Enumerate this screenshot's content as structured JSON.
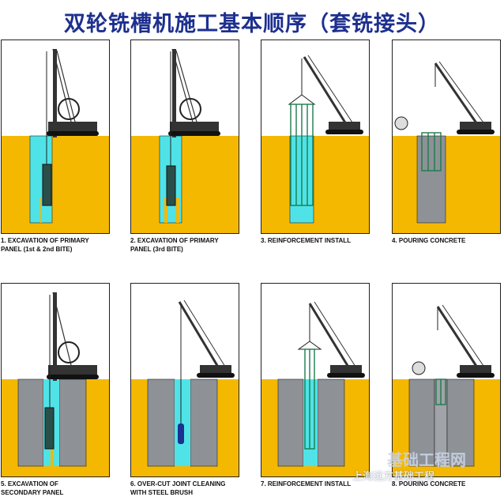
{
  "title": "双轮铣槽机施工基本顺序（套铣接头）",
  "colors": {
    "soil": "#f5b800",
    "sky": "#ffffff",
    "slurry": "#4fe3e8",
    "concrete": "#8e9196",
    "rig": "#1a1a1a",
    "cage": "#1c7a4c",
    "title": "#1d2f8f"
  },
  "steps": [
    {
      "line1": "1. EXCAVATION OF PRIMARY",
      "line2": "PANEL (1st & 2nd BITE)"
    },
    {
      "line1": "2. EXCAVATION OF PRIMARY",
      "line2": "PANEL (3rd BITE)"
    },
    {
      "line1": "3. REINFORCEMENT INSTALL",
      "line2": ""
    },
    {
      "line1": "4. POURING CONCRETE",
      "line2": ""
    },
    {
      "line1": "5. EXCAVATION OF",
      "line2": "SECONDARY PANEL"
    },
    {
      "line1": "6. OVER-CUT JOINT CLEANING",
      "line2": "WITH STEEL BRUSH"
    },
    {
      "line1": "7. REINFORCEMENT INSTALL",
      "line2": ""
    },
    {
      "line1": "8. POURING CONCRETE",
      "line2": ""
    }
  ],
  "watermark": {
    "line1": "基础工程网",
    "line2": "上海远方基础工程"
  }
}
